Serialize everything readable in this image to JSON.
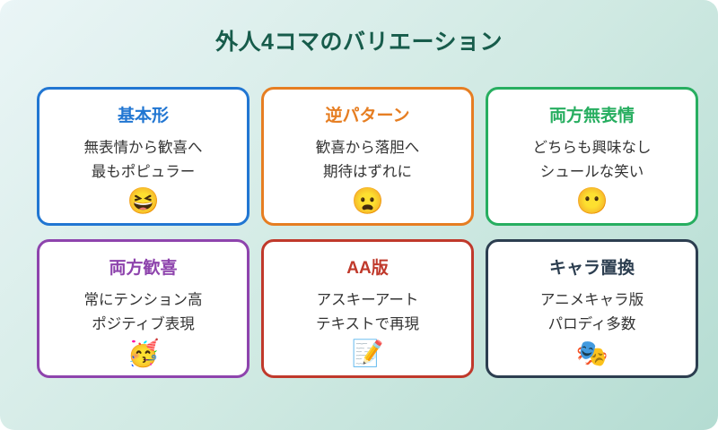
{
  "page": {
    "title": "外人4コマのバリエーション",
    "title_color": "#175c4b",
    "background_gradient": [
      "#eaf5f6",
      "#b4dcd2"
    ]
  },
  "cards": [
    {
      "title": "基本形",
      "line1": "無表情から歓喜へ",
      "line2": "最もポピュラー",
      "emoji": "😆",
      "emoji_name": "grinning-squinting-face",
      "color": "#2176d2"
    },
    {
      "title": "逆パターン",
      "line1": "歓喜から落胆へ",
      "line2": "期待はずれに",
      "emoji": "😦",
      "emoji_name": "frowning-face-open-mouth",
      "color": "#e67e22"
    },
    {
      "title": "両方無表情",
      "line1": "どちらも興味なし",
      "line2": "シュールな笑い",
      "emoji": "😶",
      "emoji_name": "face-without-mouth",
      "color": "#27ae60"
    },
    {
      "title": "両方歓喜",
      "line1": "常にテンション高",
      "line2": "ポジティブ表現",
      "emoji": "🥳",
      "emoji_name": "partying-face",
      "color": "#8e44ad"
    },
    {
      "title": "AA版",
      "line1": "アスキーアート",
      "line2": "テキストで再現",
      "emoji": "📝",
      "emoji_name": "memo",
      "color": "#c0392b"
    },
    {
      "title": "キャラ置換",
      "line1": "アニメキャラ版",
      "line2": "パロディ多数",
      "emoji": "🎭",
      "emoji_name": "performing-arts-masks",
      "color": "#2c3e50"
    }
  ]
}
